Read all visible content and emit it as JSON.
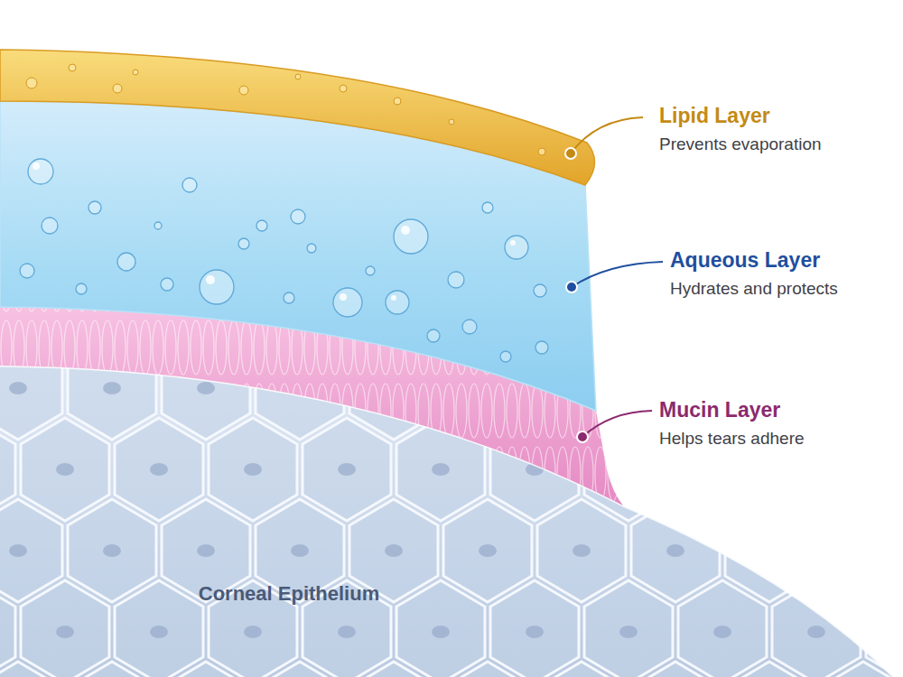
{
  "diagram": {
    "nodes": [
      {
        "text": [
          "Corneal Epithelium"
        ]
      }
    ],
    "labels": [
      "Lipid Layer",
      "Prevents evaporation",
      "Aqueous Layer",
      "Hydrates and protects",
      "Mucin Layer",
      "Helps tears adhere"
    ]
  }
}
